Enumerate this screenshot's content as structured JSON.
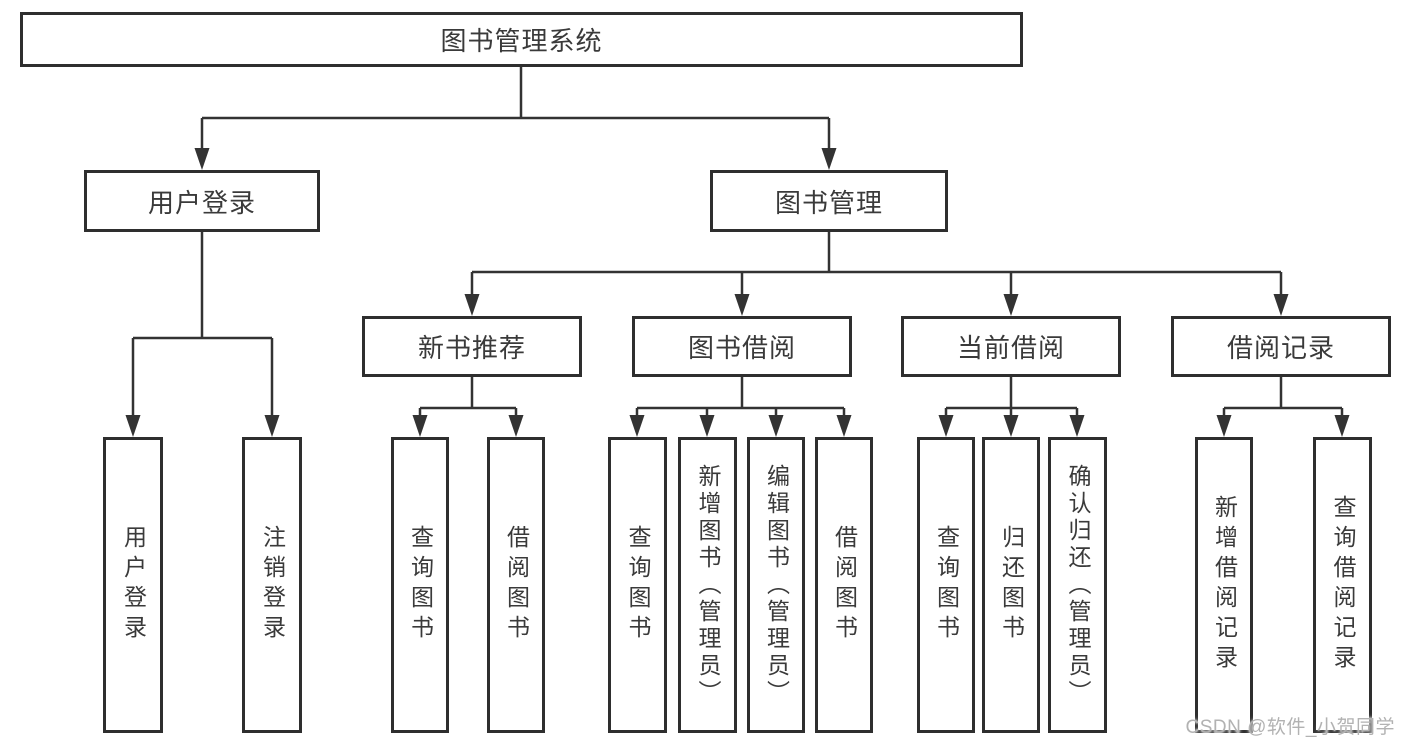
{
  "title": "图书管理系统",
  "tree": {
    "root": {
      "label": "图书管理系统"
    },
    "branches": [
      {
        "label": "用户登录",
        "children": [
          {
            "label": "用户登录"
          },
          {
            "label": "注销登录"
          }
        ]
      },
      {
        "label": "图书管理",
        "children": [
          {
            "label": "新书推荐",
            "children": [
              {
                "label": "查询图书"
              },
              {
                "label": "借阅图书"
              }
            ]
          },
          {
            "label": "图书借阅",
            "children": [
              {
                "label": "查询图书"
              },
              {
                "label": "新增图书（管理员）"
              },
              {
                "label": "编辑图书（管理员）"
              },
              {
                "label": "借阅图书"
              }
            ]
          },
          {
            "label": "当前借阅",
            "children": [
              {
                "label": "查询图书"
              },
              {
                "label": "归还图书"
              },
              {
                "label": "确认归还（管理员）"
              }
            ]
          },
          {
            "label": "借阅记录",
            "children": [
              {
                "label": "新增借阅记录"
              },
              {
                "label": "查询借阅记录"
              }
            ]
          }
        ]
      }
    ]
  },
  "watermark": {
    "text": "CSDN @软件_小贺同学"
  },
  "colors": {
    "background": "#ffffff",
    "box_border": "#2e2e2e",
    "box_fill": "#ffffff",
    "line": "#333333",
    "text": "#3a3a3a",
    "watermark": "#b2b2b2"
  }
}
